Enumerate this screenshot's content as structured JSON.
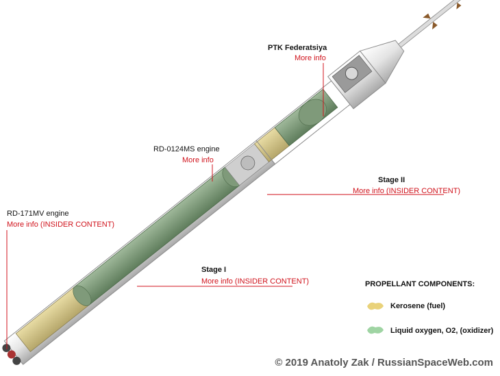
{
  "labels": {
    "ptk": {
      "title": "PTK Federatsiya",
      "link": "More info"
    },
    "rd0124": {
      "title": "RD-0124MS engine",
      "link": "More info"
    },
    "stage2": {
      "title": "Stage II",
      "link": "More info (INSIDER CONTENT)"
    },
    "rd171": {
      "title": "RD-171MV engine",
      "link": "More info (INSIDER CONTENT)"
    },
    "stage1": {
      "title": "Stage I",
      "link": "More info (INSIDER CONTENT)"
    }
  },
  "legend": {
    "title": "PROPELLANT COMPONENTS:",
    "items": [
      {
        "label": "Kerosene (fuel)",
        "color": "#e9d27a"
      },
      {
        "label": "Liquid oxygen, O2, (oxidizer)",
        "color": "#9fd4a3"
      }
    ]
  },
  "copyright": "© 2019 Anatoly Zak / RussianSpaceWeb.com",
  "colors": {
    "link": "#d0121b",
    "lox": "#7d9a78",
    "kerosene": "#d6c98e",
    "body": "#ececec"
  }
}
